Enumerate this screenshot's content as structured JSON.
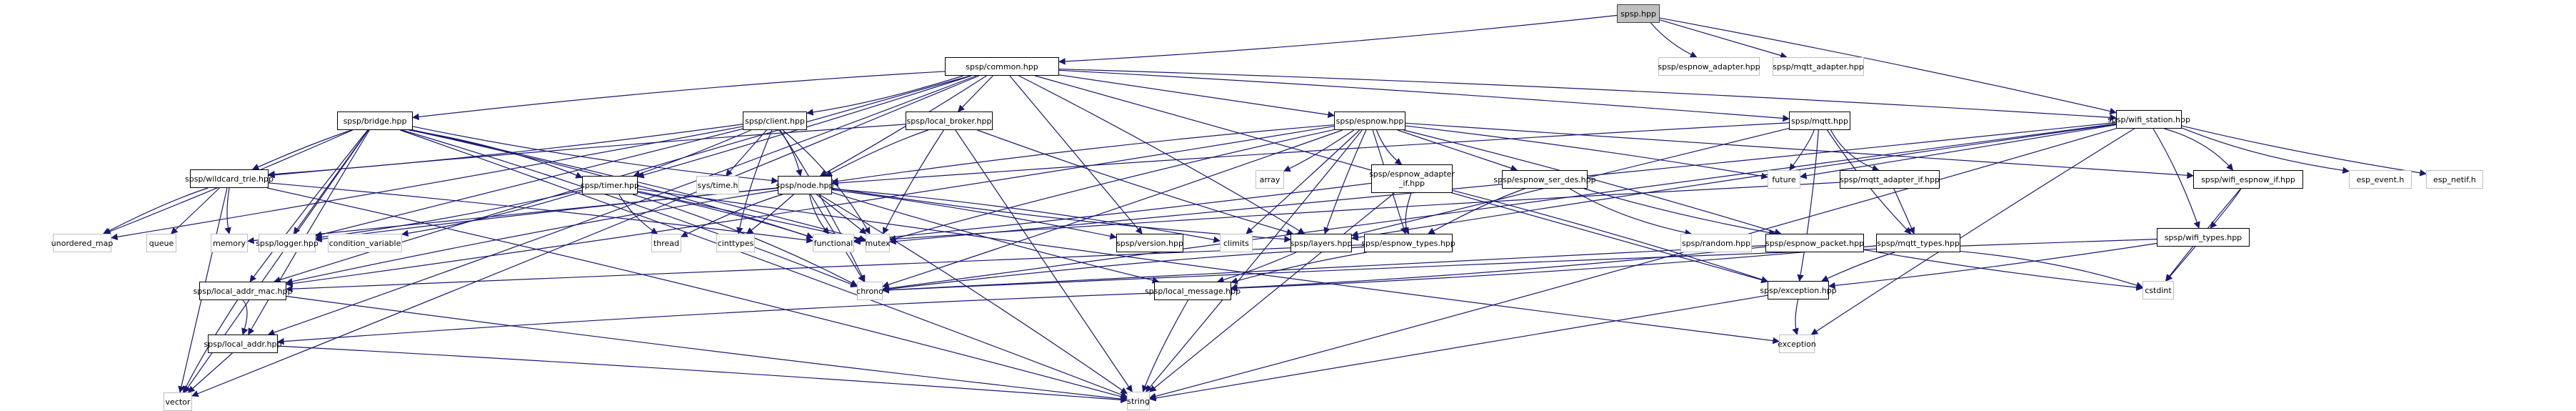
{
  "title": "spsp.hpp include dependency graph",
  "edge_color": "#191970",
  "nodes": [
    {
      "id": "spsp",
      "label": "spsp.hpp",
      "kind": "root"
    },
    {
      "id": "common",
      "label": "spsp/common.hpp",
      "kind": "internal"
    },
    {
      "id": "espnow_adapter",
      "label": "spsp/espnow_adapter.hpp",
      "kind": "external"
    },
    {
      "id": "mqtt_adapter",
      "label": "spsp/mqtt_adapter.hpp",
      "kind": "external"
    },
    {
      "id": "wifi_station",
      "label": "spsp/wifi_station.hpp",
      "kind": "internal"
    },
    {
      "id": "bridge",
      "label": "spsp/bridge.hpp",
      "kind": "internal"
    },
    {
      "id": "client",
      "label": "spsp/client.hpp",
      "kind": "internal"
    },
    {
      "id": "local_broker",
      "label": "spsp/local_broker.hpp",
      "kind": "internal"
    },
    {
      "id": "espnow",
      "label": "spsp/espnow.hpp",
      "kind": "internal"
    },
    {
      "id": "mqtt",
      "label": "spsp/mqtt.hpp",
      "kind": "internal"
    },
    {
      "id": "wildcard_trie",
      "label": "spsp/wildcard_trie.hpp",
      "kind": "internal"
    },
    {
      "id": "timer",
      "label": "spsp/timer.hpp",
      "kind": "internal"
    },
    {
      "id": "sys_time",
      "label": "sys/time.h",
      "kind": "external"
    },
    {
      "id": "node",
      "label": "spsp/node.hpp",
      "kind": "internal"
    },
    {
      "id": "array",
      "label": "array",
      "kind": "external"
    },
    {
      "id": "espnow_adapter_if",
      "label": "spsp/espnow_adapter\n_if.hpp",
      "kind": "internal"
    },
    {
      "id": "espnow_ser_des",
      "label": "spsp/espnow_ser_des.hpp",
      "kind": "internal"
    },
    {
      "id": "future",
      "label": "future",
      "kind": "external"
    },
    {
      "id": "mqtt_adapter_if",
      "label": "spsp/mqtt_adapter_if.hpp",
      "kind": "internal"
    },
    {
      "id": "wifi_espnow_if",
      "label": "spsp/wifi_espnow_if.hpp",
      "kind": "internal"
    },
    {
      "id": "esp_event",
      "label": "esp_event.h",
      "kind": "external"
    },
    {
      "id": "esp_netif",
      "label": "esp_netif.h",
      "kind": "external"
    },
    {
      "id": "unordered_map",
      "label": "unordered_map",
      "kind": "external"
    },
    {
      "id": "queue",
      "label": "queue",
      "kind": "external"
    },
    {
      "id": "memory",
      "label": "memory",
      "kind": "external"
    },
    {
      "id": "logger",
      "label": "spsp/logger.hpp",
      "kind": "external"
    },
    {
      "id": "condition_variable",
      "label": "condition_variable",
      "kind": "external"
    },
    {
      "id": "thread",
      "label": "thread",
      "kind": "external"
    },
    {
      "id": "cinttypes",
      "label": "cinttypes",
      "kind": "external"
    },
    {
      "id": "functional",
      "label": "functional",
      "kind": "external"
    },
    {
      "id": "mutex",
      "label": "mutex",
      "kind": "external"
    },
    {
      "id": "version",
      "label": "spsp/version.hpp",
      "kind": "internal"
    },
    {
      "id": "climits",
      "label": "climits",
      "kind": "external"
    },
    {
      "id": "layers",
      "label": "spsp/layers.hpp",
      "kind": "internal"
    },
    {
      "id": "espnow_types",
      "label": "spsp/espnow_types.hpp",
      "kind": "internal"
    },
    {
      "id": "random",
      "label": "spsp/random.hpp",
      "kind": "external"
    },
    {
      "id": "espnow_packet",
      "label": "spsp/espnow_packet.hpp",
      "kind": "internal"
    },
    {
      "id": "mqtt_types",
      "label": "spsp/mqtt_types.hpp",
      "kind": "internal"
    },
    {
      "id": "wifi_types",
      "label": "spsp/wifi_types.hpp",
      "kind": "internal"
    },
    {
      "id": "local_addr_mac",
      "label": "spsp/local_addr_mac.hpp",
      "kind": "internal"
    },
    {
      "id": "chrono",
      "label": "chrono",
      "kind": "external"
    },
    {
      "id": "local_message",
      "label": "spsp/local_message.hpp",
      "kind": "internal"
    },
    {
      "id": "exception_hpp",
      "label": "spsp/exception.hpp",
      "kind": "internal"
    },
    {
      "id": "cstdint",
      "label": "cstdint",
      "kind": "external"
    },
    {
      "id": "local_addr",
      "label": "spsp/local_addr.hpp",
      "kind": "internal"
    },
    {
      "id": "exception",
      "label": "exception",
      "kind": "external"
    },
    {
      "id": "vector",
      "label": "vector",
      "kind": "external"
    },
    {
      "id": "string",
      "label": "string",
      "kind": "external"
    }
  ],
  "edges": [
    [
      "spsp",
      "common"
    ],
    [
      "spsp",
      "espnow_adapter"
    ],
    [
      "spsp",
      "mqtt_adapter"
    ],
    [
      "spsp",
      "wifi_station"
    ],
    [
      "common",
      "bridge"
    ],
    [
      "common",
      "client"
    ],
    [
      "common",
      "local_broker"
    ],
    [
      "common",
      "espnow"
    ],
    [
      "common",
      "mqtt"
    ],
    [
      "common",
      "wifi_station"
    ],
    [
      "common",
      "node"
    ],
    [
      "common",
      "timer"
    ],
    [
      "common",
      "version"
    ],
    [
      "common",
      "layers"
    ],
    [
      "common",
      "local_addr_mac"
    ],
    [
      "common",
      "local_addr"
    ],
    [
      "common",
      "vector"
    ],
    [
      "common",
      "exception_hpp"
    ],
    [
      "bridge",
      "wildcard_trie"
    ],
    [
      "bridge",
      "timer"
    ],
    [
      "bridge",
      "node"
    ],
    [
      "bridge",
      "unordered_map"
    ],
    [
      "bridge",
      "logger"
    ],
    [
      "bridge",
      "mutex"
    ],
    [
      "bridge",
      "functional"
    ],
    [
      "bridge",
      "local_addr_mac"
    ],
    [
      "bridge",
      "local_addr"
    ],
    [
      "bridge",
      "vector"
    ],
    [
      "bridge",
      "string"
    ],
    [
      "bridge",
      "chrono"
    ],
    [
      "client",
      "wildcard_trie"
    ],
    [
      "client",
      "timer"
    ],
    [
      "client",
      "sys_time"
    ],
    [
      "client",
      "node"
    ],
    [
      "client",
      "mutex"
    ],
    [
      "client",
      "cinttypes"
    ],
    [
      "client",
      "unordered_map"
    ],
    [
      "client",
      "logger"
    ],
    [
      "client",
      "chrono"
    ],
    [
      "local_broker",
      "node"
    ],
    [
      "local_broker",
      "mutex"
    ],
    [
      "local_broker",
      "layers"
    ],
    [
      "local_broker",
      "string"
    ],
    [
      "local_broker",
      "wildcard_trie"
    ],
    [
      "espnow",
      "node"
    ],
    [
      "espnow",
      "array"
    ],
    [
      "espnow",
      "espnow_adapter_if"
    ],
    [
      "espnow",
      "espnow_ser_des"
    ],
    [
      "espnow",
      "future"
    ],
    [
      "espnow",
      "mutex"
    ],
    [
      "espnow",
      "climits"
    ],
    [
      "espnow",
      "layers"
    ],
    [
      "espnow",
      "espnow_types"
    ],
    [
      "espnow",
      "espnow_packet"
    ],
    [
      "espnow",
      "string"
    ],
    [
      "espnow",
      "local_addr_mac"
    ],
    [
      "espnow",
      "chrono"
    ],
    [
      "espnow",
      "wifi_espnow_if"
    ],
    [
      "mqtt",
      "node"
    ],
    [
      "mqtt",
      "future"
    ],
    [
      "mqtt",
      "mqtt_adapter_if"
    ],
    [
      "mqtt",
      "mqtt_types"
    ],
    [
      "mqtt",
      "layers"
    ],
    [
      "mqtt",
      "exception_hpp"
    ],
    [
      "wifi_station",
      "wifi_espnow_if"
    ],
    [
      "wifi_station",
      "esp_event"
    ],
    [
      "wifi_station",
      "esp_netif"
    ],
    [
      "wifi_station",
      "future"
    ],
    [
      "wifi_station",
      "wifi_types"
    ],
    [
      "wifi_station",
      "exception"
    ],
    [
      "wifi_station",
      "string"
    ],
    [
      "wifi_station",
      "mutex"
    ],
    [
      "wifi_station",
      "chrono"
    ],
    [
      "wifi_station",
      "layers"
    ],
    [
      "wildcard_trie",
      "unordered_map"
    ],
    [
      "wildcard_trie",
      "queue"
    ],
    [
      "wildcard_trie",
      "memory"
    ],
    [
      "wildcard_trie",
      "vector"
    ],
    [
      "wildcard_trie",
      "functional"
    ],
    [
      "wildcard_trie",
      "string"
    ],
    [
      "timer",
      "condition_variable"
    ],
    [
      "timer",
      "thread"
    ],
    [
      "timer",
      "mutex"
    ],
    [
      "timer",
      "functional"
    ],
    [
      "timer",
      "chrono"
    ],
    [
      "timer",
      "logger"
    ],
    [
      "timer",
      "exception"
    ],
    [
      "node",
      "memory"
    ],
    [
      "node",
      "logger"
    ],
    [
      "node",
      "thread"
    ],
    [
      "node",
      "cinttypes"
    ],
    [
      "node",
      "functional"
    ],
    [
      "node",
      "mutex"
    ],
    [
      "node",
      "version"
    ],
    [
      "node",
      "climits"
    ],
    [
      "node",
      "layers"
    ],
    [
      "node",
      "local_message"
    ],
    [
      "node",
      "chrono"
    ],
    [
      "node",
      "string"
    ],
    [
      "node",
      "local_addr_mac"
    ],
    [
      "espnow_adapter_if",
      "espnow_types"
    ],
    [
      "espnow_adapter_if",
      "functional"
    ],
    [
      "espnow_adapter_if",
      "string"
    ],
    [
      "espnow_adapter_if",
      "exception_hpp"
    ],
    [
      "espnow_ser_des",
      "espnow_types"
    ],
    [
      "espnow_ser_des",
      "random"
    ],
    [
      "espnow_ser_des",
      "espnow_packet"
    ],
    [
      "mqtt_adapter_if",
      "mqtt_types"
    ],
    [
      "mqtt_adapter_if",
      "functional"
    ],
    [
      "wifi_espnow_if",
      "wifi_types"
    ],
    [
      "wifi_espnow_if",
      "cstdint"
    ],
    [
      "layers",
      "local_message"
    ],
    [
      "espnow_types",
      "local_addr_mac"
    ],
    [
      "espnow_types",
      "local_message"
    ],
    [
      "espnow_types",
      "chrono"
    ],
    [
      "espnow_packet",
      "local_message"
    ],
    [
      "espnow_packet",
      "cstdint"
    ],
    [
      "espnow_packet",
      "chrono"
    ],
    [
      "mqtt_types",
      "exception_hpp"
    ],
    [
      "mqtt_types",
      "cstdint"
    ],
    [
      "mqtt_types",
      "local_message"
    ],
    [
      "wifi_types",
      "exception_hpp"
    ],
    [
      "wifi_types",
      "cstdint"
    ],
    [
      "wifi_types",
      "chrono"
    ],
    [
      "local_addr_mac",
      "local_addr"
    ],
    [
      "local_addr_mac",
      "vector"
    ],
    [
      "local_addr_mac",
      "string"
    ],
    [
      "local_addr",
      "vector"
    ],
    [
      "local_addr",
      "string"
    ],
    [
      "local_message",
      "local_addr"
    ],
    [
      "local_message",
      "string"
    ],
    [
      "exception_hpp",
      "exception"
    ],
    [
      "exception_hpp",
      "string"
    ]
  ]
}
